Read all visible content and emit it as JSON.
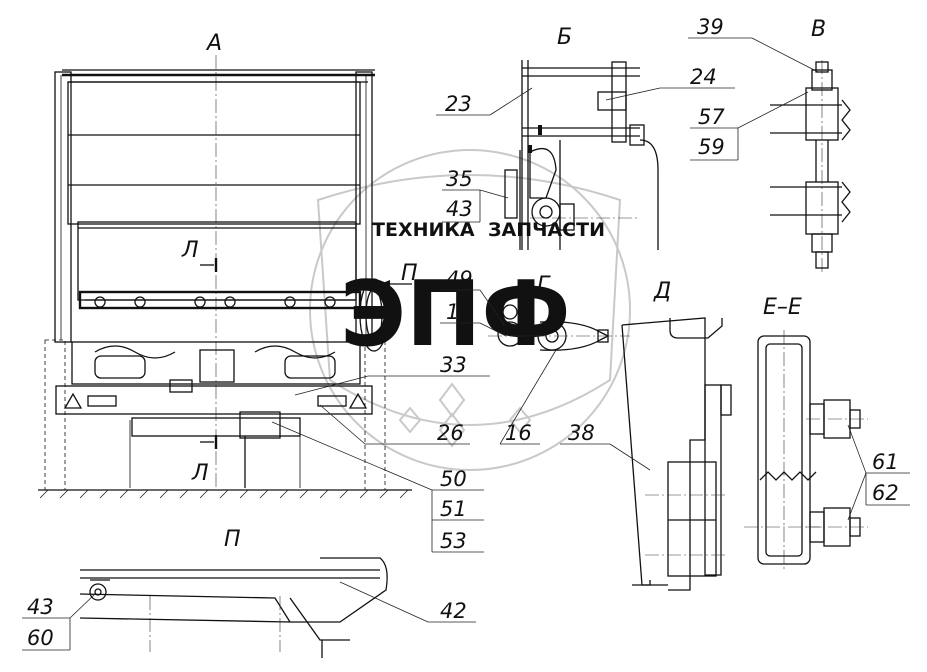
{
  "view_labels": {
    "a": "А",
    "b": "Б",
    "v": "В",
    "g": "Г",
    "d": "Д",
    "ee": "Е–Е",
    "p_main": "П",
    "p_detail": "П",
    "l_top": "Л",
    "l_bottom": "Л"
  },
  "callouts": {
    "c39": "39",
    "c57": "57",
    "c59": "59",
    "c24": "24",
    "c23": "23",
    "c35": "35",
    "c43a": "43",
    "c49": "49",
    "c17": "17",
    "c33": "33",
    "c26": "26",
    "c16": "16",
    "c38": "38",
    "c50": "50",
    "c51": "51",
    "c53": "53",
    "c61": "61",
    "c62": "62",
    "c43b": "43",
    "c60": "60",
    "c42": "42"
  },
  "watermark": {
    "top_line": "ТЕХНИКА",
    "top_line_right": "ЗАПЧАСТИ",
    "big_letters": "ЭПФ"
  }
}
